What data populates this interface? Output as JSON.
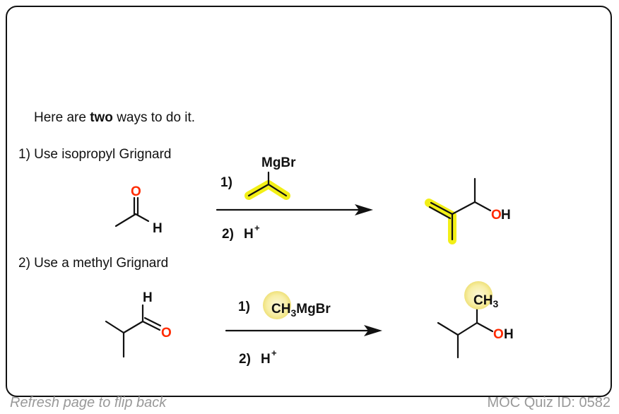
{
  "intro": {
    "pre": "Here are ",
    "bold": "two",
    "post": " ways to do it."
  },
  "method1": {
    "title": "1) Use isopropyl Grignard",
    "reactant": {
      "O": "O",
      "H": "H"
    },
    "step1_label": "1)",
    "reagent": "MgBr",
    "step2_label": "2)",
    "step2_reagent": "H",
    "step2_charge": "+",
    "product": {
      "O": "O",
      "H": "H"
    }
  },
  "method2": {
    "title": "2) Use a methyl Grignard",
    "reactant": {
      "O": "O",
      "H": "H"
    },
    "step1_label": "1)",
    "reagent": {
      "ch": "CH",
      "sub": "3",
      "rest": "MgBr"
    },
    "step2_label": "2)",
    "step2_reagent": "H",
    "step2_charge": "+",
    "product": {
      "ch": "CH",
      "sub": "3",
      "O": "O",
      "H": "H"
    }
  },
  "footer": {
    "left": "Refresh page to flip back",
    "right": "MOC Quiz ID: 0582"
  },
  "colors": {
    "oxygen": "#ff2a00",
    "highlight": "#f2ef16",
    "circle": "#f4eca0"
  }
}
